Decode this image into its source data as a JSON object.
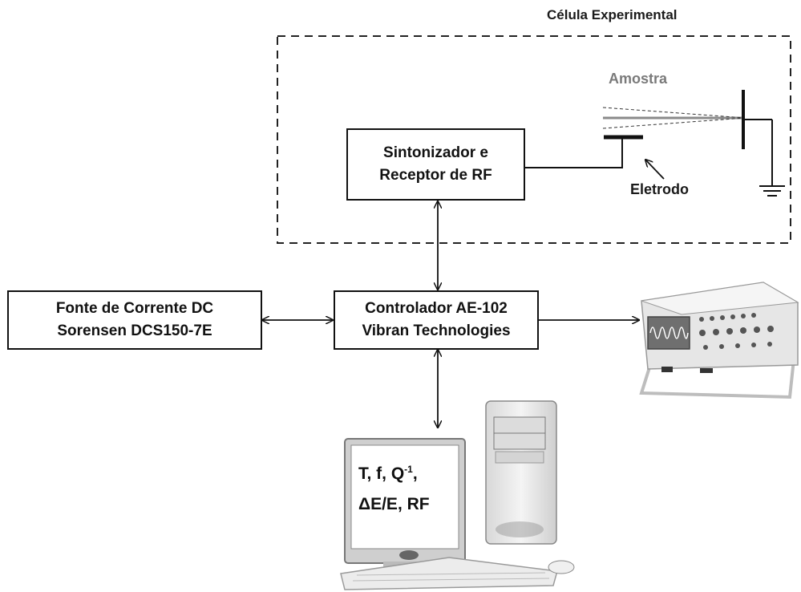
{
  "cell": {
    "title": "Célula Experimental"
  },
  "sample": {
    "label": "Amostra"
  },
  "electrode": {
    "label": "Eletrodo"
  },
  "tuner": {
    "line1": "Sintonizador e",
    "line2": "Receptor de RF"
  },
  "controller": {
    "line1": "Controlador AE-102",
    "line2": "Vibran Technologies"
  },
  "power_supply": {
    "line1": "Fonte de Corrente DC",
    "line2": "Sorensen DCS150-7E"
  },
  "computer_screen": {
    "line1_pre": "T, f, Q",
    "line1_sup": "-1",
    "line1_post": ",",
    "line2": "ΔE/E, RF"
  }
}
